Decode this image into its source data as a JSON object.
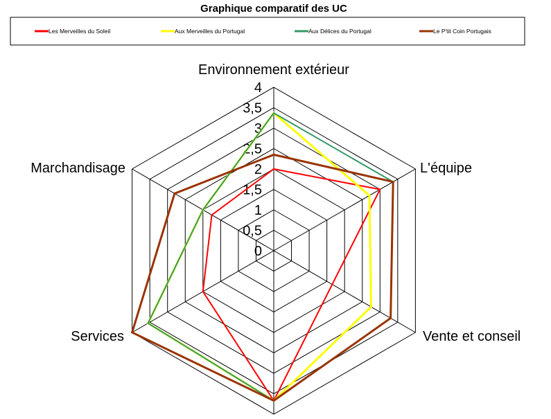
{
  "chart_data": {
    "type": "radar",
    "title": "Graphique comparatif des UC",
    "categories": [
      "Environnement extérieur",
      "L'équipe",
      "Vente et conseil",
      "",
      "Services",
      "Marchandisage"
    ],
    "rlim": [
      0,
      4
    ],
    "ticks": [
      "0",
      "0,5",
      "1",
      "1,5",
      "2",
      "2,5",
      "3",
      "3,5",
      "4"
    ],
    "tick_values": [
      0,
      0.5,
      1,
      1.5,
      2,
      2.5,
      3,
      3.5,
      4
    ],
    "grid": true,
    "legend_position": "top",
    "series": [
      {
        "name": "Les Merveilles du Soleil",
        "color": "#ff0000",
        "width": 2,
        "values": [
          2,
          3,
          1.65,
          3.67,
          2,
          1.75
        ]
      },
      {
        "name": "Aux Merveilles du Portugal",
        "color": "#ffff00",
        "width": 3,
        "values": [
          3.37,
          2.7,
          2.75,
          3.67,
          3.55,
          2
        ]
      },
      {
        "name": "Aux Délices du Portugal",
        "color": "#339966",
        "width": 2,
        "values": [
          3.37,
          3.37,
          3.3,
          3.67,
          3.55,
          2
        ]
      },
      {
        "name": "Le P'tit Coin Portugais",
        "color": "#993300",
        "width": 3,
        "values": [
          2.35,
          3.37,
          3.3,
          3.67,
          4,
          2.8
        ]
      }
    ]
  }
}
